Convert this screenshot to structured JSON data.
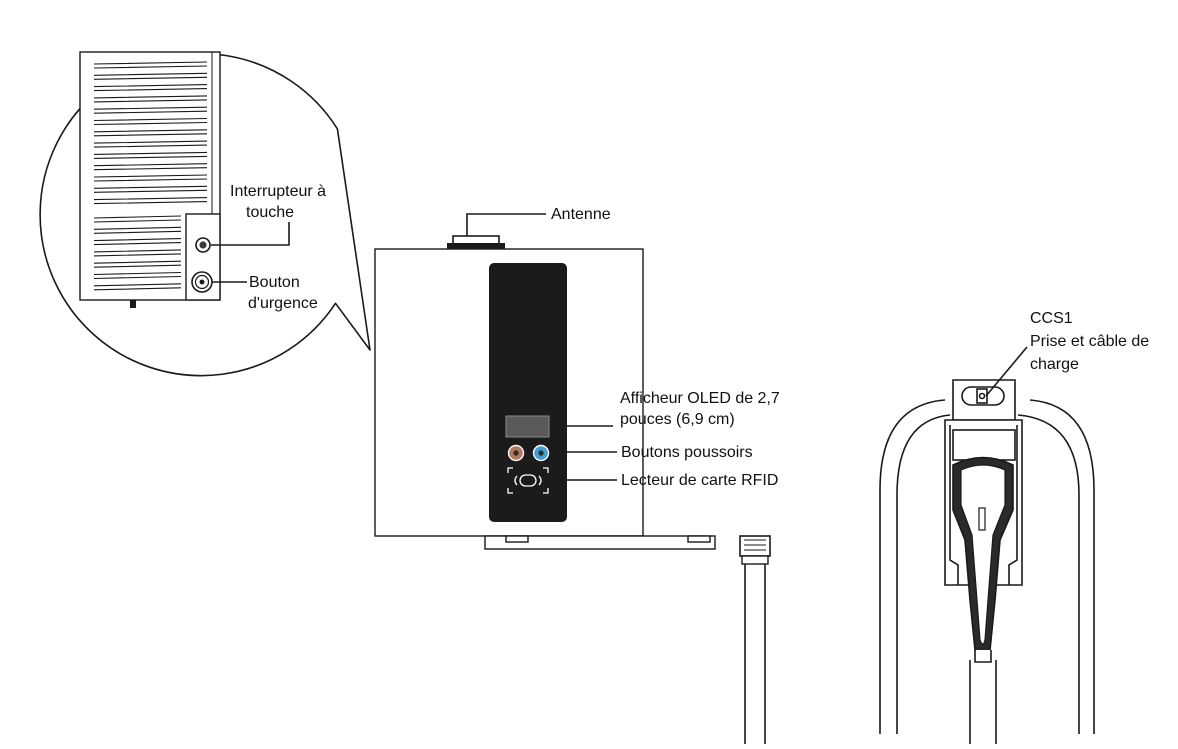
{
  "labels": {
    "touch_switch_line1": "Interrupteur à",
    "touch_switch_line2": "touche",
    "emergency_line1": "Bouton",
    "emergency_line2": "d'urgence",
    "antenna": "Antenne",
    "oled_line1": "Afficheur OLED de 2,7",
    "oled_line2": "pouces (6,9 cm)",
    "push_buttons": "Boutons poussoirs",
    "rfid": "Lecteur de carte RFID",
    "ccs_line1": "CCS1",
    "ccs_line2": "Prise et câble de",
    "ccs_line3": "charge"
  },
  "colors": {
    "outline": "#1a1a1a",
    "front_panel": "#1b1b1b",
    "button_left": "#b5775e",
    "button_right": "#3e9fd0",
    "oled_screen": "#5a5a5a"
  },
  "icons": [
    "rfid-icon",
    "push-button-icon",
    "emergency-stop-icon",
    "touch-switch-icon"
  ]
}
